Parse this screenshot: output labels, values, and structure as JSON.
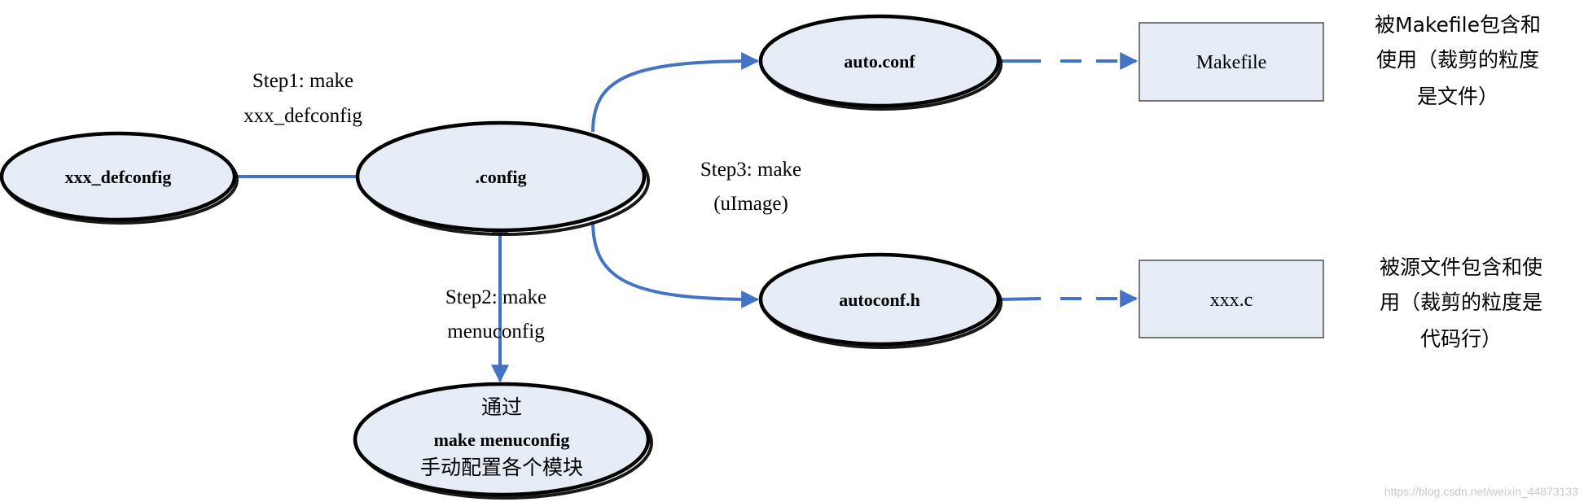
{
  "nodes": {
    "defconfig": "xxx_defconfig",
    "config": ".config",
    "auto_conf": "auto.conf",
    "autoconf_h": "autoconf.h",
    "menuconfig": {
      "line1": "通过",
      "line2": "make menuconfig",
      "line3": "手动配置各个模块"
    },
    "makefile": "Makefile",
    "xxx_c": "xxx.c"
  },
  "steps": {
    "step1": {
      "line1": "Step1: make",
      "line2": "xxx_defconfig"
    },
    "step2": {
      "line1": "Step2: make",
      "line2": "menuconfig"
    },
    "step3": {
      "line1": "Step3: make",
      "line2": "(uImage)"
    }
  },
  "notes": {
    "makefile_note": {
      "line1": "被Makefile包含和",
      "line2": "使用（裁剪的粒度",
      "line3": "是文件）"
    },
    "source_note": {
      "line1": "被源文件包含和使",
      "line2": "用（裁剪的粒度是",
      "line3": "代码行）"
    }
  },
  "watermark": "https://blog.csdn.net/weixin_44873133",
  "colors": {
    "connector": "#4472c4",
    "node_fill": "#e6ecf6",
    "outline": "#000000"
  }
}
